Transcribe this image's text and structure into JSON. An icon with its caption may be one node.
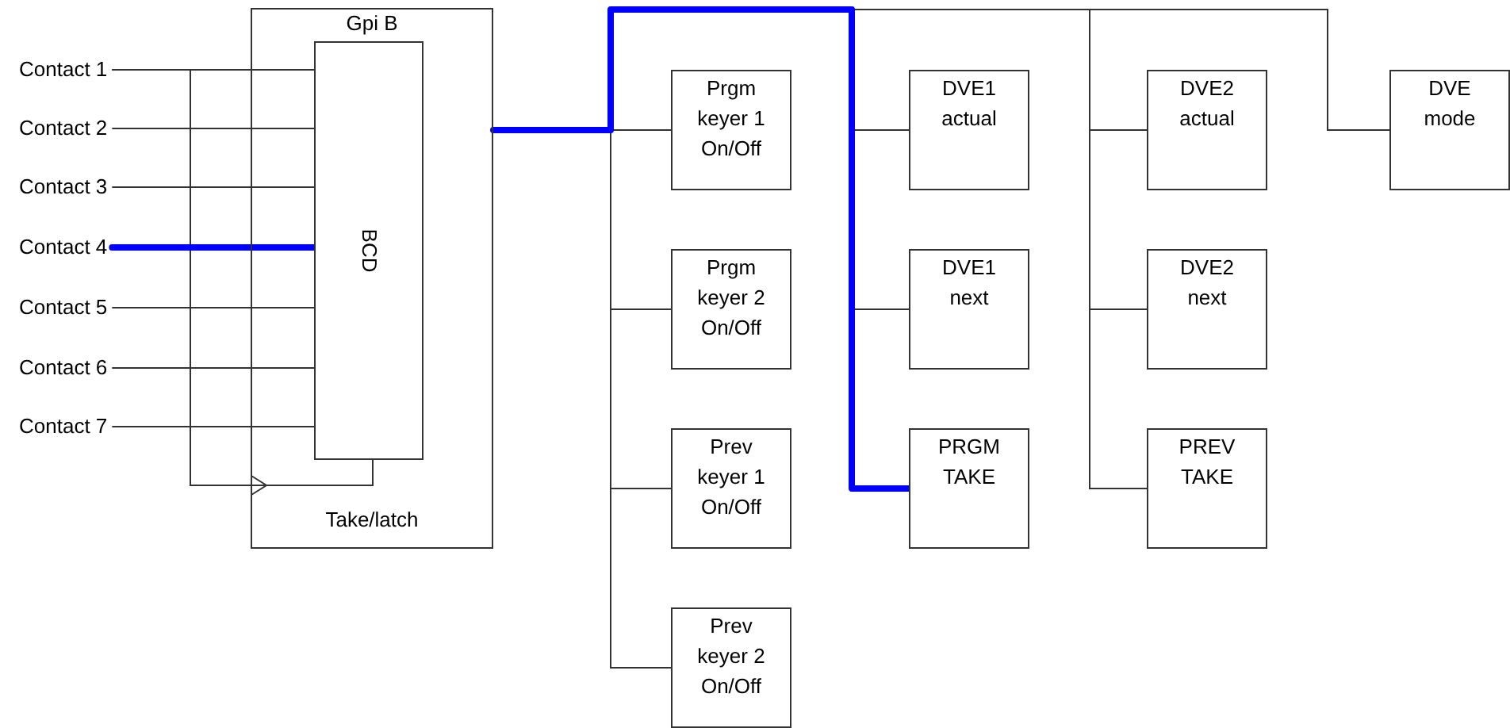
{
  "diagram": {
    "nodes": [
      {
        "text": [
          "Gpi B",
          "Take/latch"
        ]
      },
      {
        "text": [
          "BCD"
        ],
        "in": 0
      },
      {
        "text": [
          "Contact 1"
        ]
      },
      {
        "text": [
          "Contact 2"
        ]
      },
      {
        "text": [
          "Contact 3"
        ]
      },
      {
        "text": [
          "Contact 4"
        ]
      },
      {
        "text": [
          "Contact 5"
        ]
      },
      {
        "text": [
          "Contact 6"
        ]
      },
      {
        "text": [
          "Contact 7"
        ]
      },
      {
        "text": [
          "Prgm keyer 1 On/Off"
        ]
      },
      {
        "text": [
          "Prgm keyer 2 On/Off"
        ]
      },
      {
        "text": [
          "Prev keyer 1 On/Off"
        ]
      },
      {
        "text": [
          "Prev keyer 2 On/Off"
        ]
      },
      {
        "text": [
          "DVE1 actual"
        ]
      },
      {
        "text": [
          "DVE1 next"
        ]
      },
      {
        "text": [
          "PRGM TAKE"
        ]
      },
      {
        "text": [
          "DVE2 actual"
        ]
      },
      {
        "text": [
          "DVE2 next"
        ]
      },
      {
        "text": [
          "PREV TAKE"
        ]
      },
      {
        "text": [
          "DVE mode"
        ]
      }
    ],
    "edges": [
      {
        "from": 2,
        "to": 1,
        "arrow": "none"
      },
      {
        "from": 3,
        "to": 1,
        "arrow": "none"
      },
      {
        "from": 4,
        "to": 1,
        "arrow": "none"
      },
      {
        "from": 5,
        "to": 1,
        "arrow": "none",
        "style": "thick",
        "color": "#0000ff"
      },
      {
        "from": 6,
        "to": 1,
        "arrow": "none"
      },
      {
        "from": 7,
        "to": 1,
        "arrow": "none"
      },
      {
        "from": 8,
        "to": 1,
        "arrow": "none"
      },
      {
        "from": 0,
        "to": 1,
        "arrow": "other"
      },
      {
        "from": 2,
        "to": 0,
        "arrow": "none"
      },
      {
        "from": 0,
        "to": 9,
        "arrow": "none"
      },
      {
        "from": 0,
        "to": 10,
        "arrow": "none"
      },
      {
        "from": 0,
        "to": 11,
        "arrow": "none"
      },
      {
        "from": 0,
        "to": 12,
        "arrow": "none"
      },
      {
        "from": 0,
        "to": 13,
        "arrow": "none"
      },
      {
        "from": 0,
        "to": 14,
        "arrow": "none"
      },
      {
        "from": 0,
        "to": 15,
        "arrow": "none",
        "style": "thick",
        "color": "#0000ff"
      },
      {
        "from": 0,
        "to": 16,
        "arrow": "none"
      },
      {
        "from": 0,
        "to": 17,
        "arrow": "none"
      },
      {
        "from": 0,
        "to": 18,
        "arrow": "none"
      },
      {
        "from": 0,
        "to": 19,
        "arrow": "none"
      }
    ]
  }
}
